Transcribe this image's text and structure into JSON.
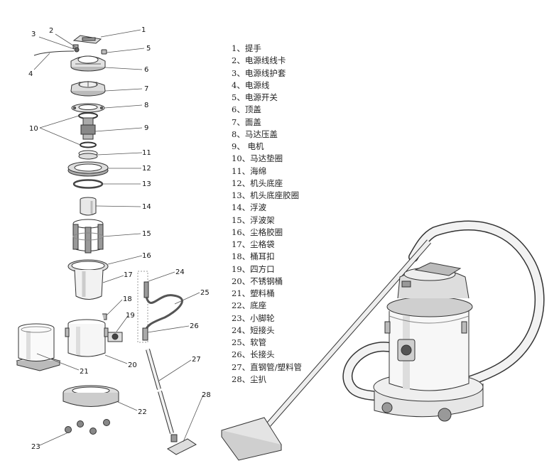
{
  "callouts": [
    "1",
    "2",
    "3",
    "4",
    "5",
    "6",
    "7",
    "8",
    "9",
    "10",
    "11",
    "12",
    "13",
    "14",
    "15",
    "16",
    "17",
    "18",
    "19",
    "20",
    "21",
    "22",
    "23",
    "24",
    "25",
    "26",
    "27",
    "28"
  ],
  "legend": [
    "1、提手",
    "2、电源线线卡",
    "3、电源线护套",
    "4、电源线",
    "5、电源开关",
    "6、顶盖",
    "7、面盖",
    "8、马达压盖",
    "9、  电机",
    "10、马达垫圈",
    "11、海绵",
    "12、机头底座",
    "13、机头底座胶圈",
    "14、浮波",
    "15、浮波架",
    "16、尘格胶圈",
    "17、尘格袋",
    "18、桶耳扣",
    "19、四方口",
    "20、不锈钢桶",
    "21、塑料桶",
    "22、底座",
    "23、小脚轮",
    "24、短接头",
    "25、软管",
    "26、长接头",
    "27、直钢管/塑料管",
    "28、尘扒"
  ]
}
